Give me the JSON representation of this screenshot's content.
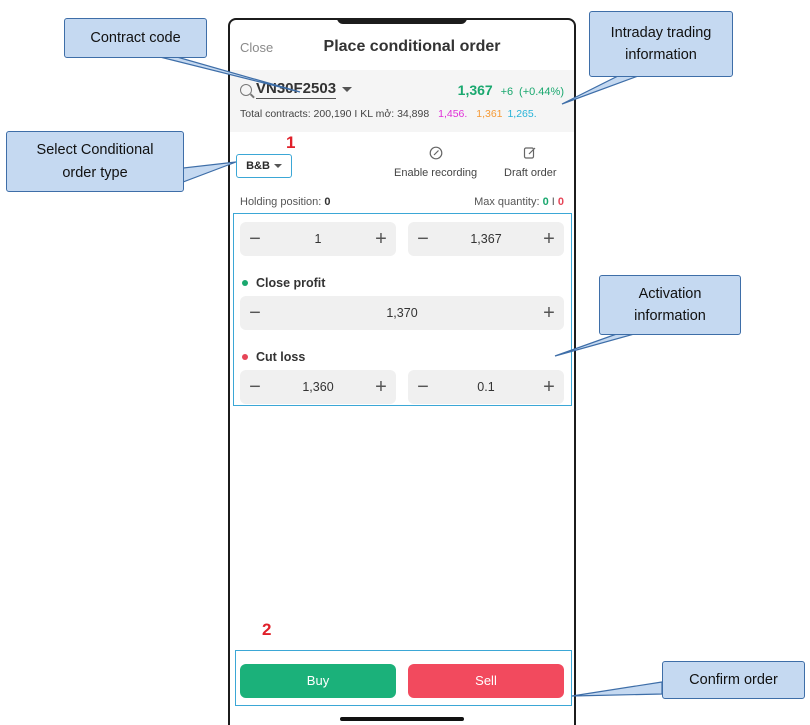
{
  "header": {
    "close_label": "Close",
    "title": "Place conditional order"
  },
  "contract": {
    "code": "VN30F2503",
    "price": "1,367",
    "change": "+6",
    "change_pct": "(+0.44%)",
    "stats_text": "Total contracts: 200,190 I KL mở: 34,898",
    "stat_purple": "1,456.",
    "stat_orange": "1,361",
    "stat_cyan": "1,265.",
    "price_color": "#1aa86f"
  },
  "order": {
    "type_label": "B&B",
    "enable_recording_label": "Enable recording",
    "draft_order_label": "Draft order",
    "holding_label": "Holding position:",
    "holding_value": "0",
    "max_qty_label": "Max quantity:",
    "max_qty_buy": "0",
    "max_qty_sep": "I",
    "max_qty_sell": "0",
    "quantity": "1",
    "price": "1,367",
    "close_profit_label": "Close profit",
    "close_profit_value": "1,370",
    "cut_loss_label": "Cut loss",
    "cut_loss_value": "1,360",
    "cut_loss_step": "0.1"
  },
  "buttons": {
    "buy_label": "Buy",
    "sell_label": "Sell",
    "buy_color": "#1bb17a",
    "sell_color": "#f24a5e"
  },
  "annotations": {
    "contract_code": "Contract code",
    "intraday_info": "Intraday trading information",
    "select_type": "Select Conditional order type",
    "activation_info": "Activation information",
    "confirm_order": "Confirm order",
    "step1": "1",
    "step2": "2"
  }
}
